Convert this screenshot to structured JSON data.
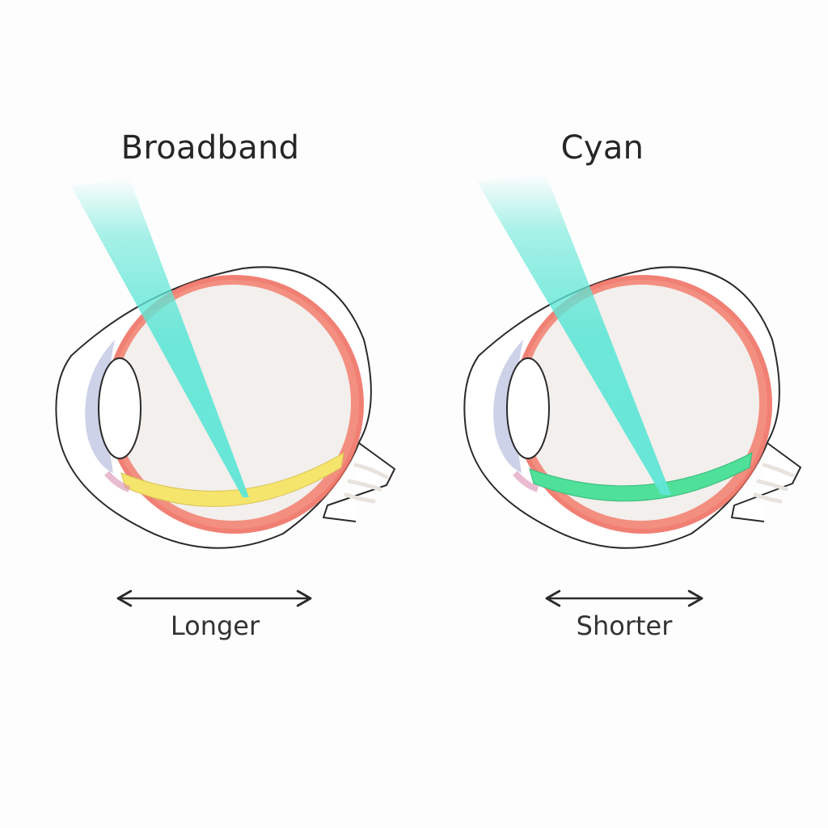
{
  "panels": [
    {
      "title": "Broadband",
      "length_label": "Longer",
      "retina_band_color": "#f6e56c"
    },
    {
      "title": "Cyan",
      "length_label": "Shorter",
      "retina_band_color": "#4fe09a"
    }
  ],
  "colors": {
    "beam": "#5fe6d6",
    "outer_wall": "#ee6a5c",
    "vitreous": "#f2efec",
    "cornea": "#c9cde6",
    "outline": "#2a2a2a",
    "arrow": "#2a2a2a"
  }
}
